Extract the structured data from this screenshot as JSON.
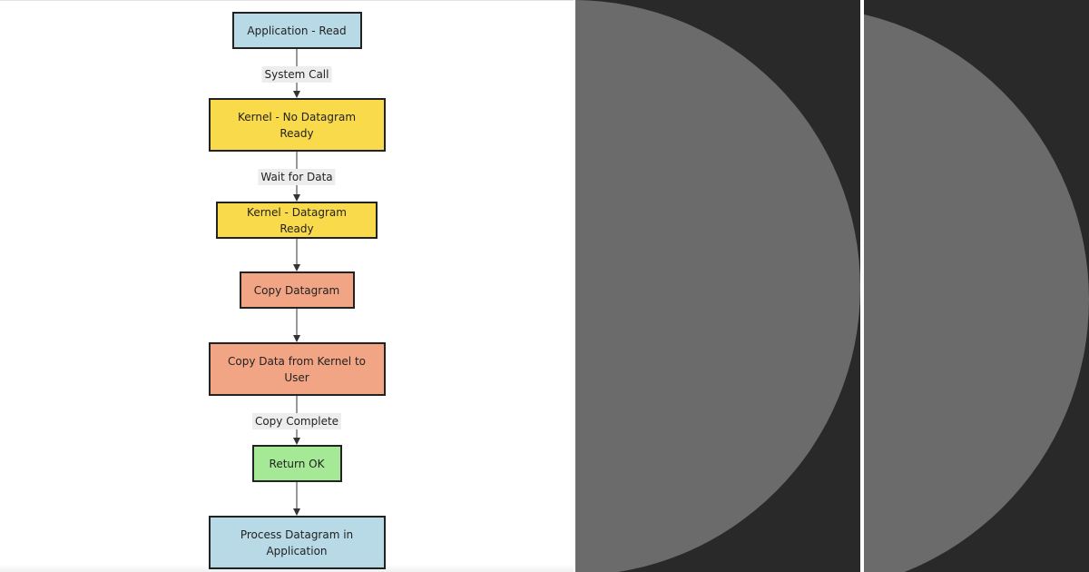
{
  "diagram": {
    "nodes": [
      {
        "id": "n1",
        "label": "Application - Read",
        "fill": "#b8d9e6"
      },
      {
        "id": "n2",
        "label": "Kernel - No Datagram Ready",
        "fill": "#f9da4b"
      },
      {
        "id": "n3",
        "label": "Kernel - Datagram Ready",
        "fill": "#f9da4b"
      },
      {
        "id": "n4",
        "label": "Copy Datagram",
        "fill": "#f2a584"
      },
      {
        "id": "n5",
        "label": "Copy Data from Kernel to User",
        "fill": "#f2a584"
      },
      {
        "id": "n6",
        "label": "Return OK",
        "fill": "#a5e896"
      },
      {
        "id": "n7",
        "label": "Process Datagram in Application",
        "fill": "#b8d9e6"
      }
    ],
    "edges": [
      {
        "from": "n1",
        "to": "n2",
        "label": "System Call"
      },
      {
        "from": "n2",
        "to": "n3",
        "label": "Wait for Data"
      },
      {
        "from": "n3",
        "to": "n4",
        "label": ""
      },
      {
        "from": "n4",
        "to": "n5",
        "label": ""
      },
      {
        "from": "n5",
        "to": "n6",
        "label": "Copy Complete"
      },
      {
        "from": "n6",
        "to": "n7",
        "label": ""
      }
    ],
    "colors": {
      "border": "#222222",
      "edge": "#333333",
      "label_bg": "#ededed"
    }
  },
  "side_panels": {
    "background": "#292929",
    "shape": "#6b6b6b"
  }
}
